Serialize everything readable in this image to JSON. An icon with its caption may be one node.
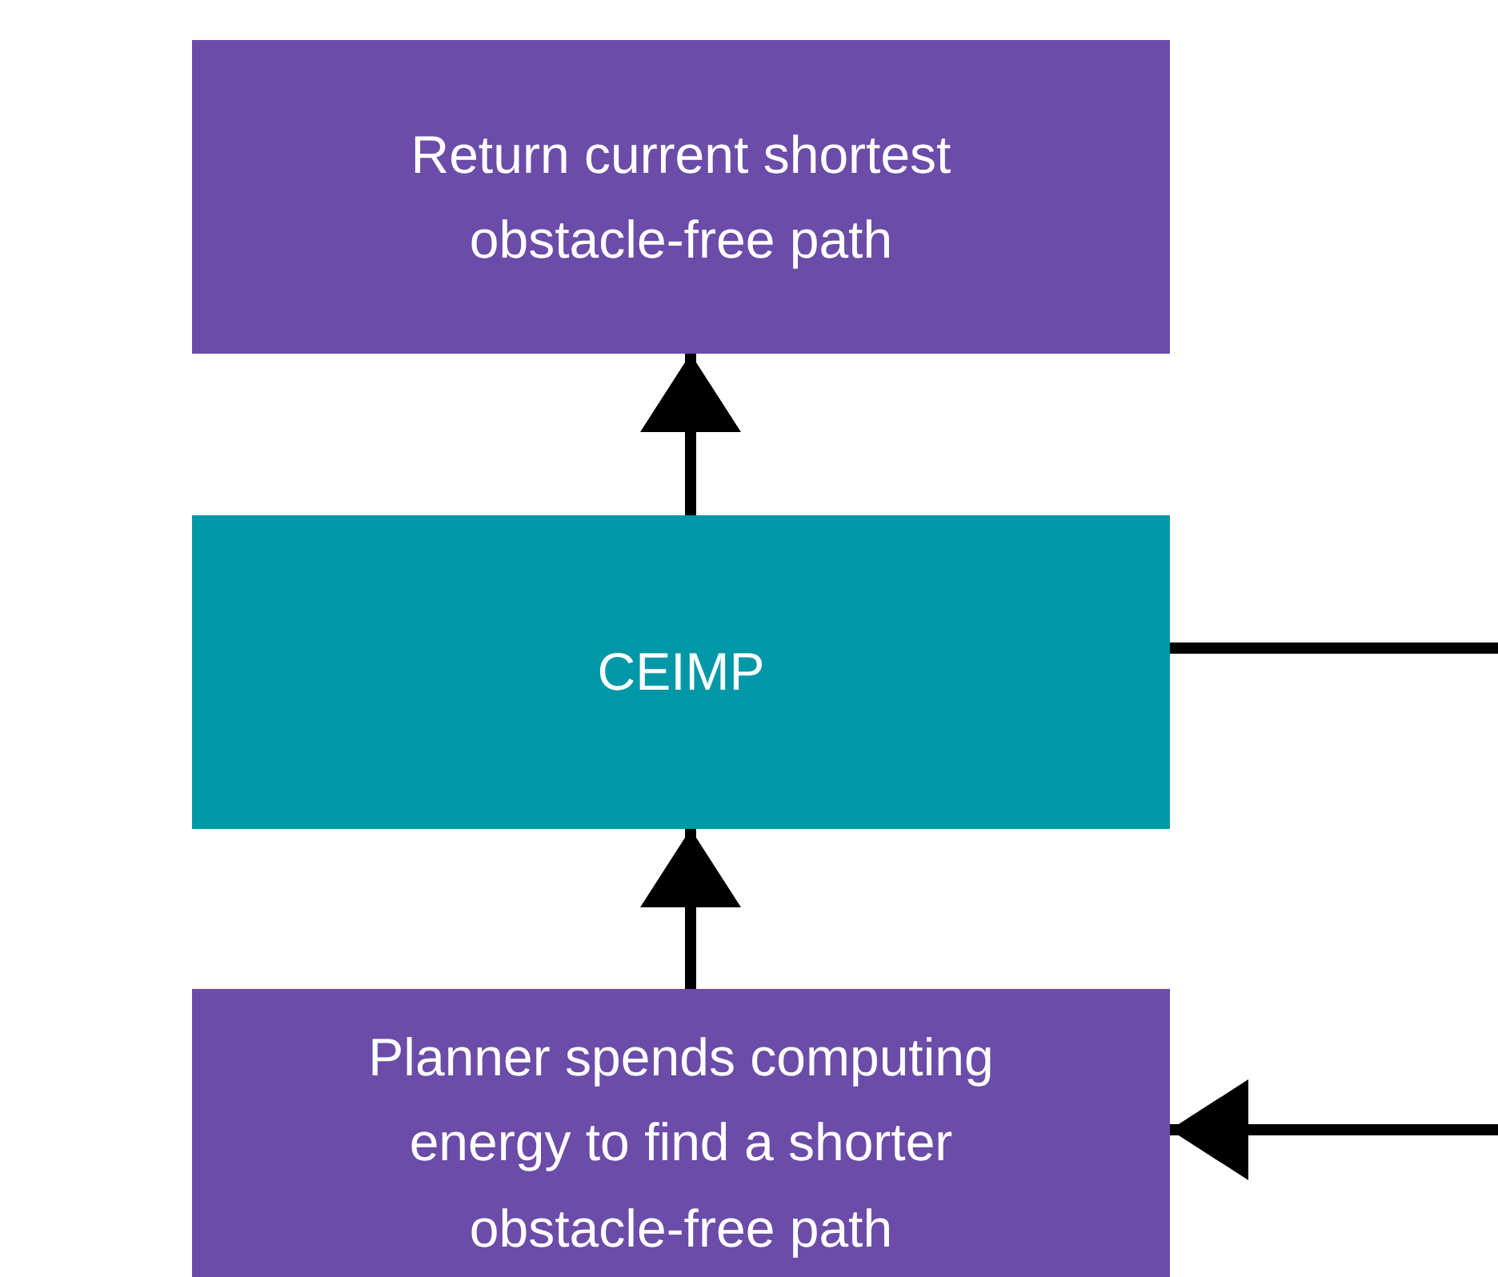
{
  "diagram": {
    "nodes": [
      {
        "text": [
          "Return current shortest obstacle-free path"
        ]
      },
      {
        "text": [
          "CEIMP"
        ]
      },
      {
        "text": [
          "Planner spends computing energy to find a shorter obstacle-free path"
        ]
      }
    ],
    "edges": [
      {
        "from": 1,
        "to": 0,
        "arrow": "to"
      },
      {
        "from": 2,
        "to": 1,
        "arrow": "to"
      },
      {
        "from": 1,
        "to": null,
        "arrow": "none"
      },
      {
        "from": null,
        "to": 2,
        "arrow": "to"
      }
    ]
  }
}
